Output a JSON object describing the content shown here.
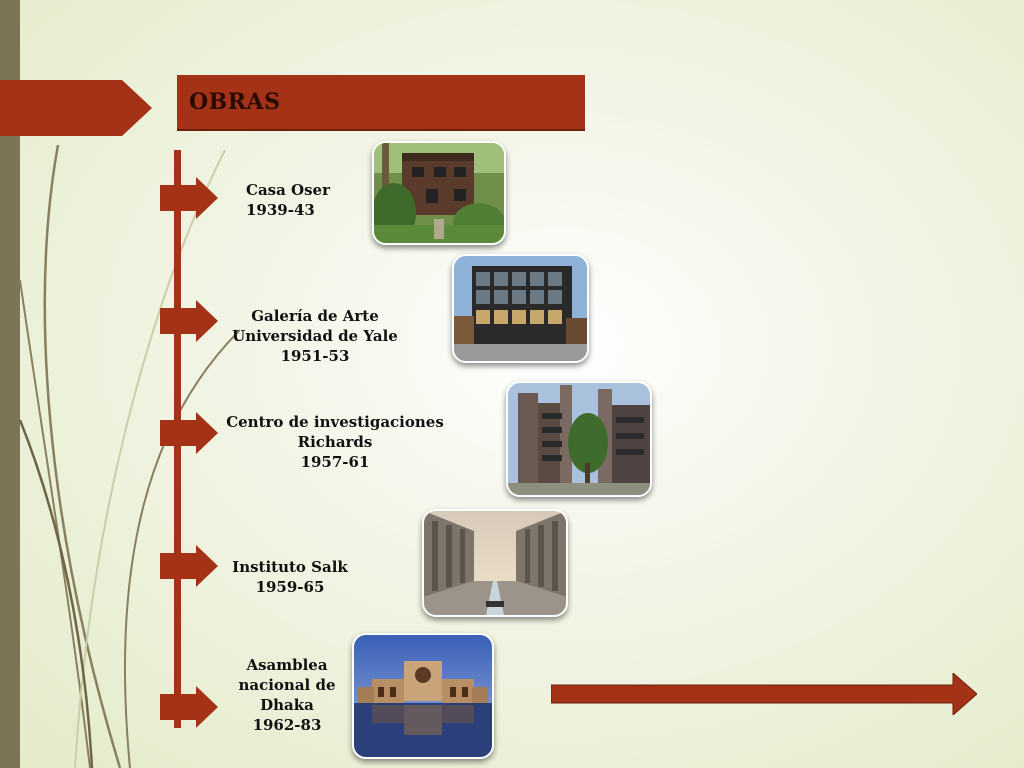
{
  "slide": {
    "title": "OBRAS",
    "works": [
      {
        "name_lines": [
          "Casa Oser",
          "1939-43"
        ],
        "photo": "casa-oser-photo"
      },
      {
        "name_lines": [
          "Galería de Arte",
          "Universidad de Yale",
          "1951-53"
        ],
        "photo": "yale-art-gallery-photo"
      },
      {
        "name_lines": [
          "Centro de investigaciones",
          "Richards",
          "1957-61"
        ],
        "photo": "richards-labs-photo"
      },
      {
        "name_lines": [
          "Instituto Salk",
          "1959-65"
        ],
        "photo": "salk-institute-photo"
      },
      {
        "name_lines": [
          "Asamblea",
          "nacional de",
          "Dhaka",
          "1962-83"
        ],
        "photo": "dhaka-assembly-photo"
      }
    ]
  },
  "colors": {
    "accent": "#a33216",
    "side_bar": "#7c7455",
    "background": "#e8eed3",
    "text": "#111111"
  }
}
